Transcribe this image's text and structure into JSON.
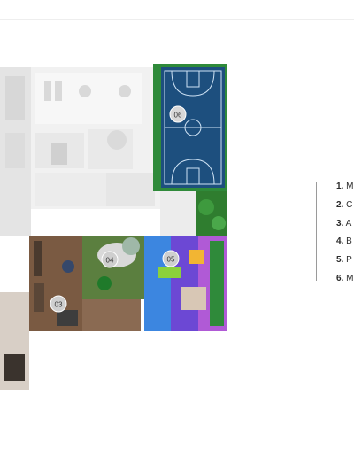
{
  "legend": {
    "items": [
      {
        "num": "1.",
        "label": "M"
      },
      {
        "num": "2.",
        "label": "C"
      },
      {
        "num": "3.",
        "label": "A"
      },
      {
        "num": "4.",
        "label": "B"
      },
      {
        "num": "5.",
        "label": "P"
      },
      {
        "num": "6.",
        "label": "M"
      }
    ]
  },
  "plan_markers": {
    "m03": "03",
    "m04": "04",
    "m05": "05",
    "m06": "06"
  },
  "colors": {
    "court": "#1d4f7e",
    "court_border": "#2f8a3a",
    "floor_wood": "#7a5a42",
    "play_area": "#6c48d4",
    "greenery": "#2f7d2f"
  }
}
